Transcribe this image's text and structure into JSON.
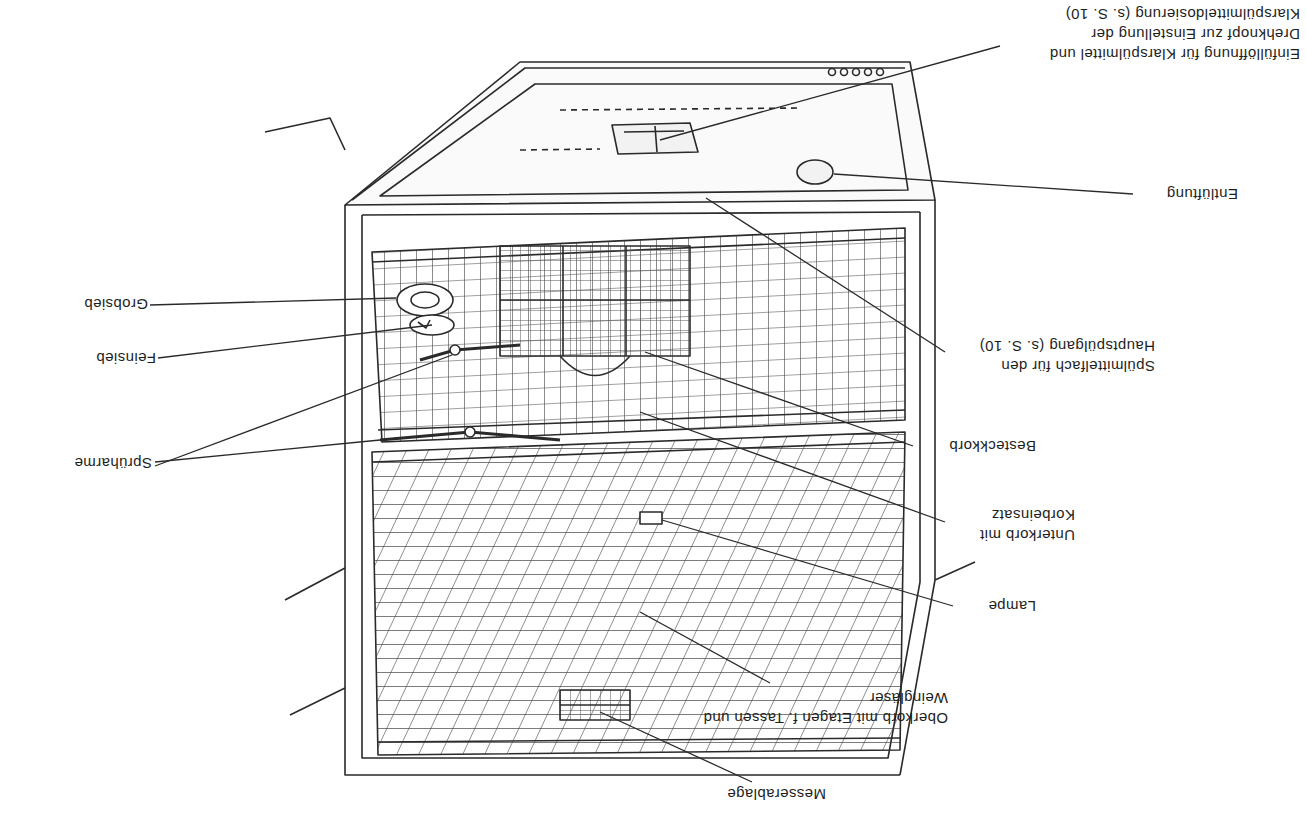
{
  "diagram": {
    "labels": [
      "Einfüllöffnung für Klarspülmittel und Drehknopf zur Einstellung der Klarspülmitteldosierung (s. S. 10)",
      "Entlüftung",
      "Grobsieb",
      "Feinsieb",
      "Spülmittelfach für den Hauptspülgang (s. S. 10)",
      "Besteckkorb",
      "Sprüharme",
      "Unterkorb mit Korbeinsatz",
      "Lampe",
      "Oberkorb mit Etagen f. Tassen und Weingläser",
      "Messerablage"
    ]
  }
}
